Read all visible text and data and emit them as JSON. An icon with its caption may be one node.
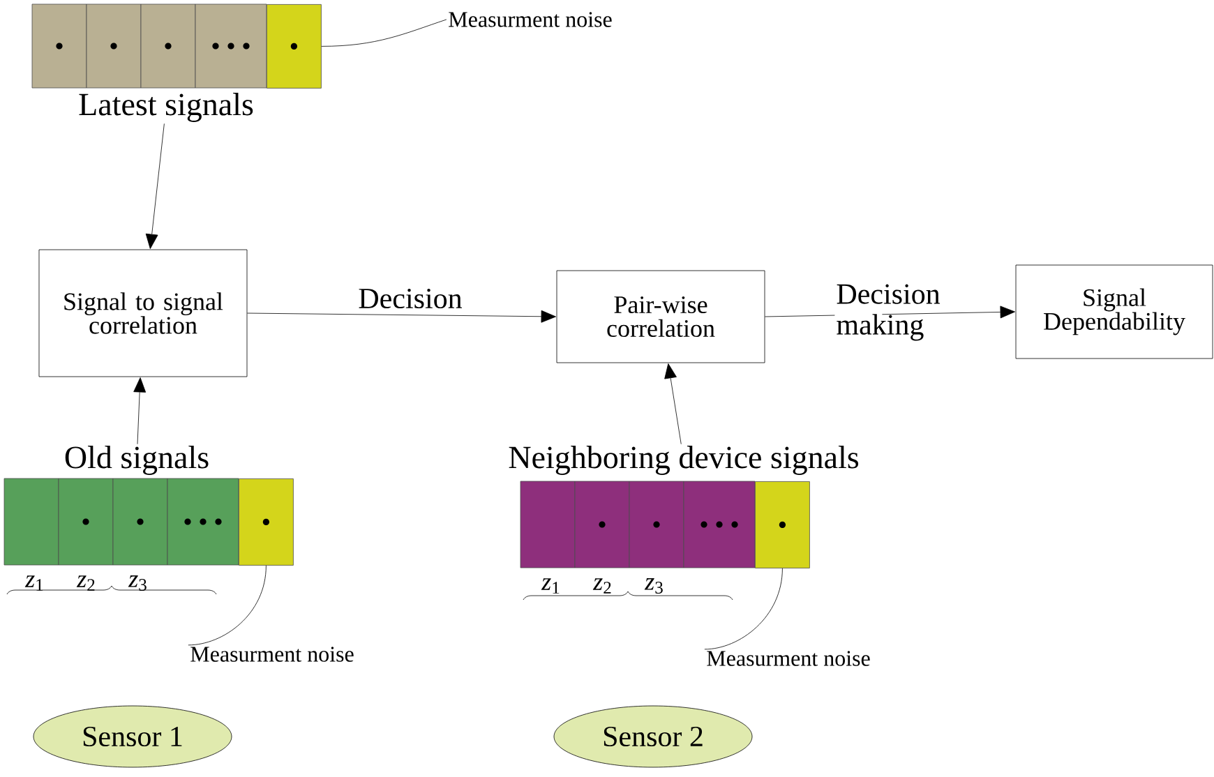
{
  "diagram": {
    "nodes": [
      {
        "text": [
          "Latest signals"
        ]
      },
      {
        "text": [],
        "shape": "box"
      },
      {
        "text": [
          "Measurment noise"
        ]
      },
      {
        "text": [
          "Signal to signal correlation"
        ]
      },
      {
        "text": [
          "Pair-wise correlation"
        ]
      },
      {
        "text": [
          "Signal Dependability"
        ]
      },
      {
        "text": [
          "Old signals"
        ]
      },
      {
        "text": [],
        "shape": "box"
      },
      {
        "text": [
          "Neighboring device signals"
        ]
      },
      {
        "text": [],
        "shape": "box"
      },
      {
        "text": [
          "Measurment noise"
        ]
      },
      {
        "text": [
          "Measurment noise"
        ]
      },
      {
        "text": [
          "Sensor 1"
        ]
      },
      {
        "text": [
          "Sensor 2"
        ]
      }
    ],
    "edges": [
      {
        "from": 0,
        "to": 3,
        "arrow": "to"
      },
      {
        "from": 6,
        "to": 3,
        "arrow": "to"
      },
      {
        "from": 3,
        "to": 4,
        "arrow": "to",
        "label": "Decision"
      },
      {
        "from": 4,
        "to": 5,
        "arrow": "to",
        "label": "Decision making"
      },
      {
        "from": 8,
        "to": 4,
        "arrow": "to"
      },
      {
        "from": 2,
        "to": 1,
        "arrow": "none"
      },
      {
        "from": 10,
        "to": 7,
        "arrow": "none"
      },
      {
        "from": 11,
        "to": 9,
        "arrow": "none"
      }
    ],
    "labels": [
      "*z*$_{1}$",
      "*z*$_{2}$",
      "*z*$_{3}$",
      "*z*$_{1}$",
      "*z*$_{2}$",
      "*z*$_{3}$"
    ]
  }
}
